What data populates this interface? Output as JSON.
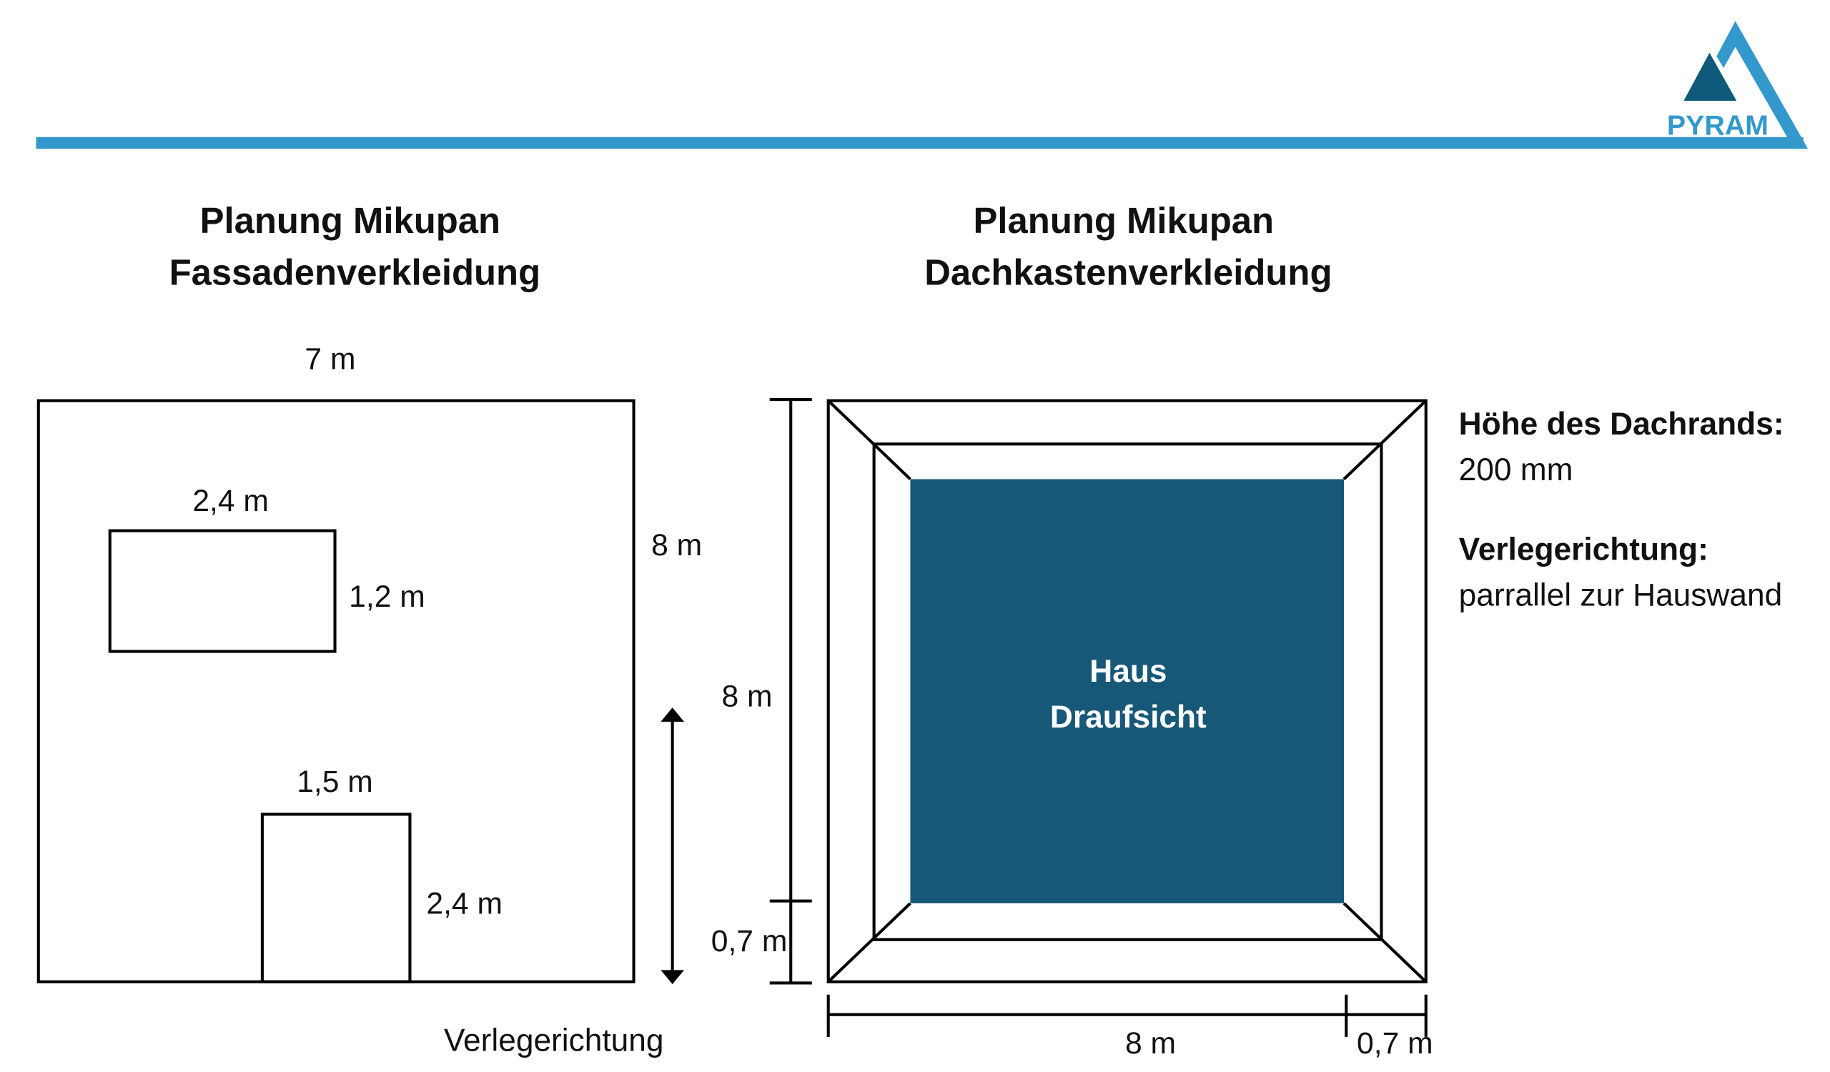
{
  "logo": {
    "text": "PYRAM",
    "light_color": "#3399cc",
    "dark_color": "#0f5a7a"
  },
  "left": {
    "title_line1": "Planung Mikupan",
    "title_line2": "Fassadenverkleidung",
    "wall_width": "7 m",
    "wall_height": "8 m",
    "window_width": "2,4 m",
    "window_height": "1,2 m",
    "door_width": "1,5 m",
    "door_height": "2,4 m",
    "direction_label": "Verlegerichtung"
  },
  "right": {
    "title_line1": "Planung Mikupan",
    "title_line2": "Dachkastenverkleidung",
    "house_line1": "Haus",
    "house_line2": "Draufsicht",
    "house_color": "#175878",
    "vertical_main": "8 m",
    "vertical_overhang": "0,7 m",
    "horizontal_main": "8 m",
    "horizontal_overhang": "0,7 m"
  },
  "info": {
    "height_label": "Höhe des Dachrands:",
    "height_value": "200 mm",
    "direction_label": "Verlegerichtung:",
    "direction_value": "parrallel zur Hauswand"
  }
}
